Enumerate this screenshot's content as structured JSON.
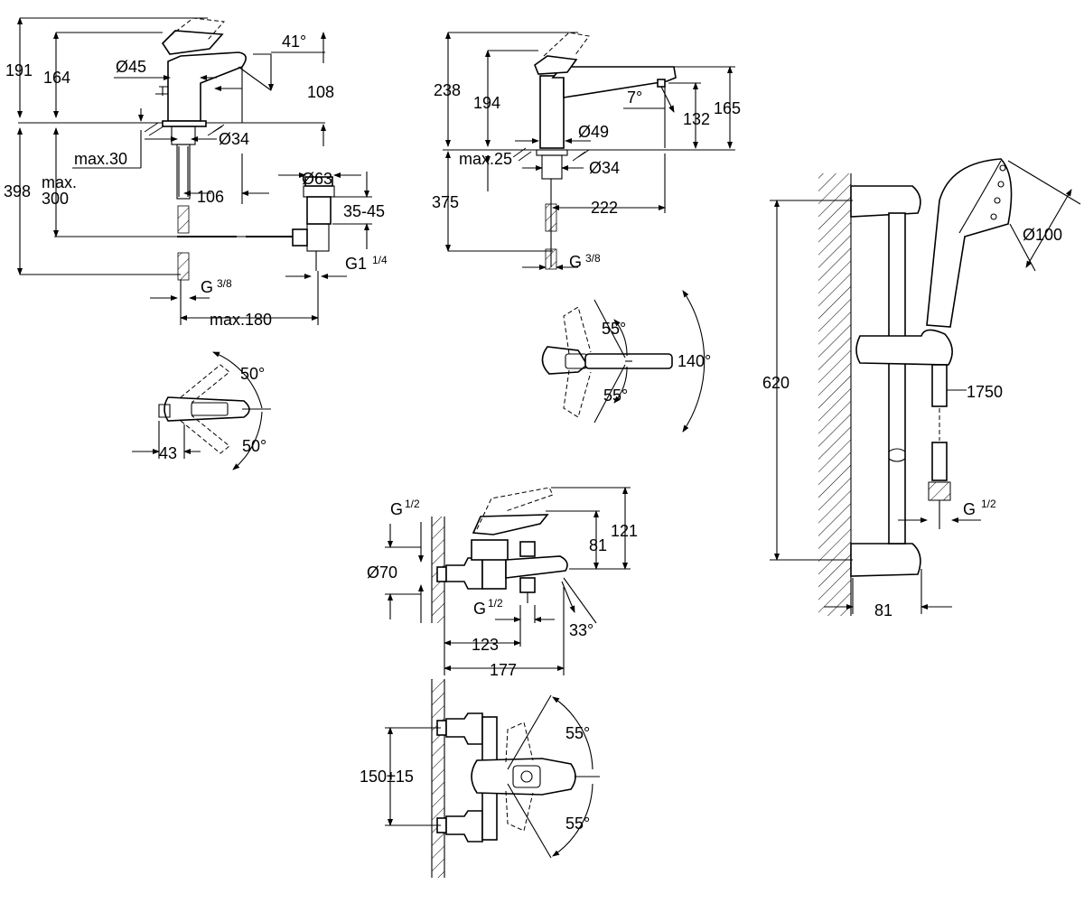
{
  "basin_mixer": {
    "h191": "191",
    "h164": "164",
    "d45": "Ø45",
    "a41": "41°",
    "r108": "108",
    "d34": "Ø34",
    "max30": "max.30",
    "h398": "398",
    "max300a": "max.",
    "max300b": "300",
    "d63": "Ø63",
    "r106": "106",
    "r3545": "35-45",
    "g114": "G1",
    "g114f": "1/4",
    "g38": "G",
    "g38f": "3/8",
    "max180": "max.180"
  },
  "basin_handle_top": {
    "a50a": "50°",
    "a50b": "50°",
    "w43": "43"
  },
  "kitchen_mixer": {
    "h238": "238",
    "h194": "194",
    "a7": "7°",
    "h132": "132",
    "h165": "165",
    "d49": "Ø49",
    "max25": "max.25",
    "d34": "Ø34",
    "h375": "375",
    "r222": "222",
    "g38": "G",
    "g38f": "3/8"
  },
  "kitchen_handle_top": {
    "a55a": "55°",
    "a55b": "55°",
    "a140": "140°"
  },
  "bath_mixer": {
    "g12": "G",
    "g12f": "1/2",
    "h121": "121",
    "h81": "81",
    "d70": "Ø70",
    "g12b": "G",
    "g12bf": "1/2",
    "a33": "33°",
    "w123": "123",
    "w177": "177"
  },
  "bath_mixer_top": {
    "a55a": "55°",
    "a55b": "55°",
    "c150": "150±15"
  },
  "shower_set": {
    "h620": "620",
    "d100": "Ø100",
    "hose1750": "1750",
    "g12": "G",
    "g12f": "1/2",
    "w81": "81"
  }
}
